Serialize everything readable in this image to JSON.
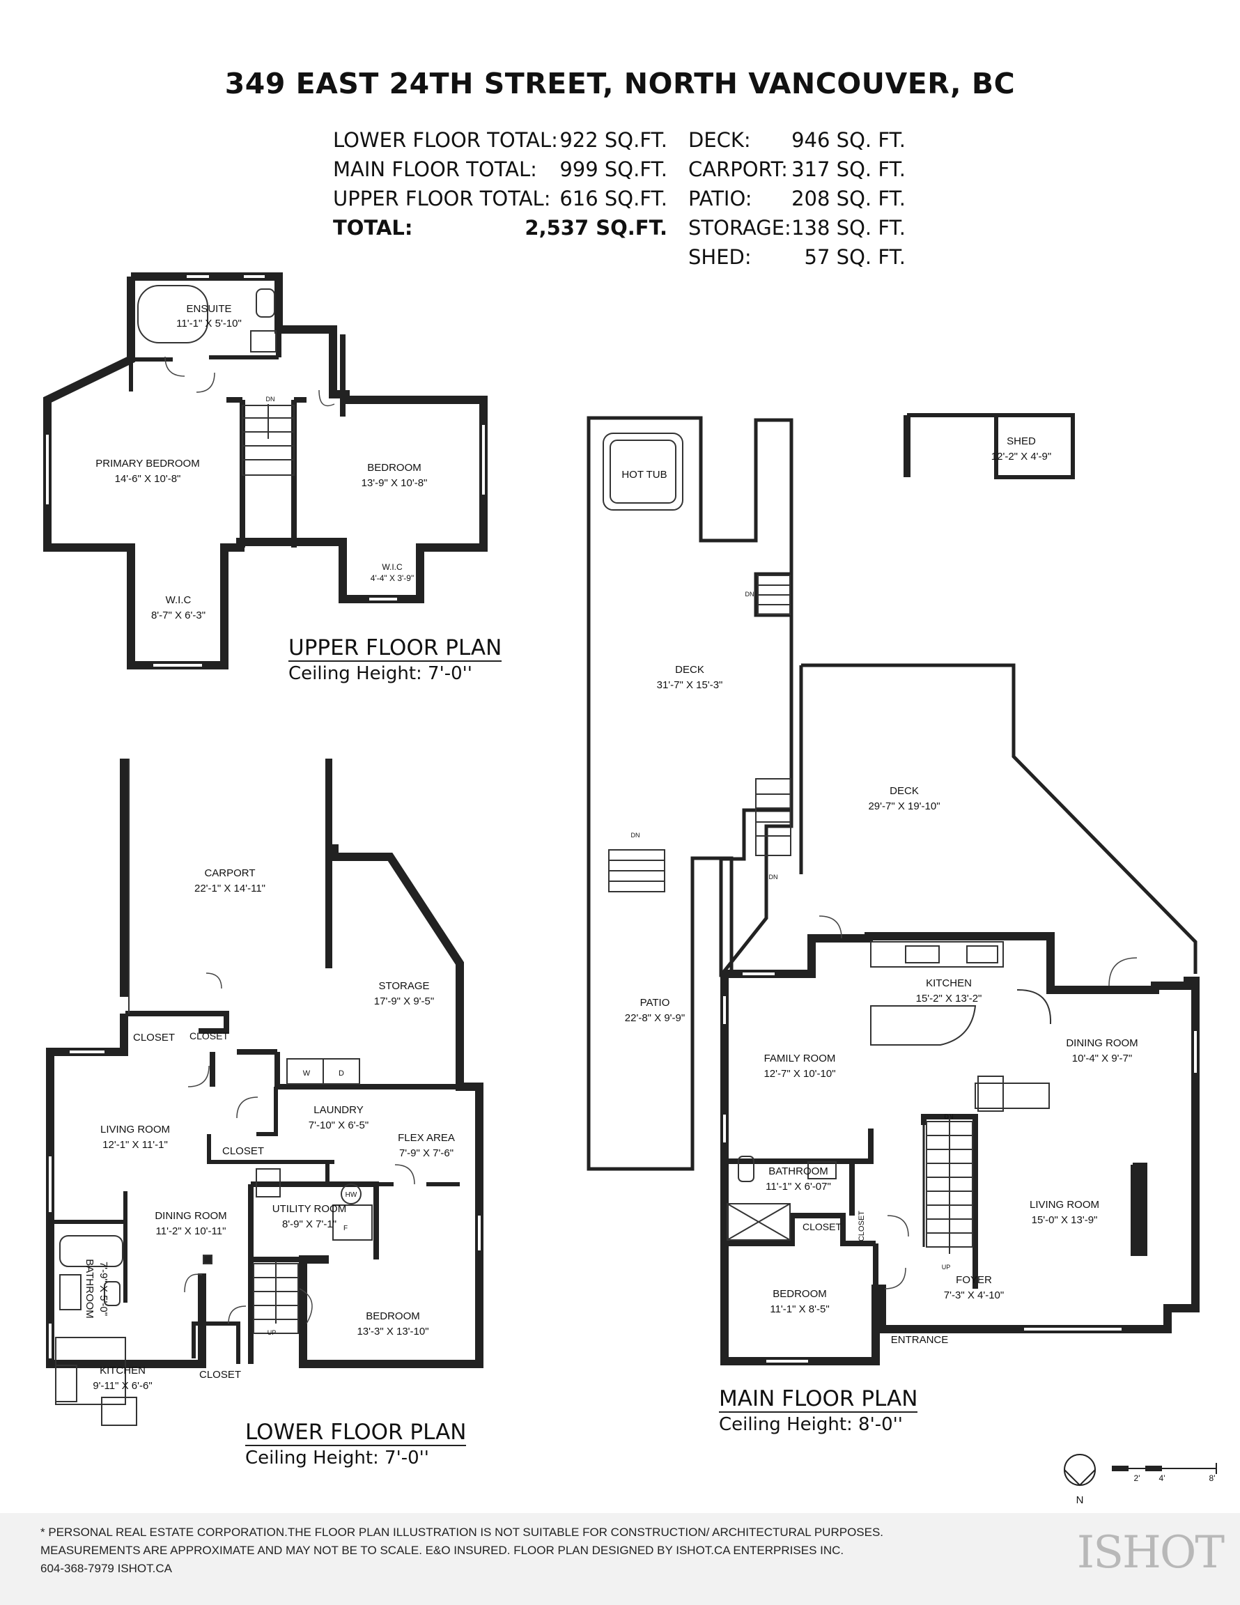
{
  "title": "349 EAST 24TH STREET, NORTH VANCOUVER, BC",
  "areas_left": [
    {
      "label": "LOWER FLOOR TOTAL:",
      "value": "922 SQ.FT."
    },
    {
      "label": "MAIN FLOOR TOTAL:",
      "value": "999 SQ.FT."
    },
    {
      "label": "UPPER FLOOR TOTAL:",
      "value": "616 SQ.FT."
    },
    {
      "label": "TOTAL:",
      "value": "2,537 SQ.FT."
    }
  ],
  "areas_right": [
    {
      "label": "DECK:",
      "value": "946 SQ. FT."
    },
    {
      "label": "CARPORT:",
      "value": "317 SQ. FT."
    },
    {
      "label": "PATIO:",
      "value": "208 SQ. FT."
    },
    {
      "label": "STORAGE:",
      "value": "138 SQ. FT."
    },
    {
      "label": "SHED:",
      "value": "57 SQ. FT."
    }
  ],
  "upper": {
    "name": "UPPER FLOOR PLAN",
    "ceiling": "Ceiling Height: 7'-0''",
    "rooms": {
      "ensuite": {
        "name": "ENSUITE",
        "dim": "11'-1\" X 5'-10\""
      },
      "primary": {
        "name": "PRIMARY BEDROOM",
        "dim": "14'-6\" X 10'-8\""
      },
      "bedroom": {
        "name": "BEDROOM",
        "dim": "13'-9\" X 10'-8\""
      },
      "wic1": {
        "name": "W.I.C",
        "dim": "8'-7\" X 6'-3\""
      },
      "wic2": {
        "name": "W.I.C",
        "dim": "4'-4\" X 3'-9\""
      },
      "dn": "DN"
    }
  },
  "main": {
    "name": "MAIN FLOOR PLAN",
    "ceiling": "Ceiling Height: 8'-0''",
    "rooms": {
      "hottub": {
        "name": "HOT TUB"
      },
      "shed": {
        "name": "SHED",
        "dim": "12'-2\" X 4'-9\""
      },
      "deck1": {
        "name": "DECK",
        "dim": "31'-7\" X 15'-3\""
      },
      "deck2": {
        "name": "DECK",
        "dim": "29'-7\" X 19'-10\""
      },
      "patio": {
        "name": "PATIO",
        "dim": "22'-8\" X 9'-9\""
      },
      "kitchen": {
        "name": "KITCHEN",
        "dim": "15'-2\" X 13'-2\""
      },
      "family": {
        "name": "FAMILY ROOM",
        "dim": "12'-7\" X 10'-10\""
      },
      "dining": {
        "name": "DINING ROOM",
        "dim": "10'-4\" X 9'-7\""
      },
      "bathroom": {
        "name": "BATHROOM",
        "dim": "11'-1\" X 6'-07\""
      },
      "closet1": {
        "name": "CLOSET"
      },
      "closet2": {
        "name": "CLOSET"
      },
      "living": {
        "name": "LIVING ROOM",
        "dim": "15'-0\" X 13'-9\""
      },
      "bedroom": {
        "name": "BEDROOM",
        "dim": "11'-1\" X 8'-5\""
      },
      "foyer": {
        "name": "FOYER",
        "dim": "7'-3\" X 4'-10\""
      },
      "entrance": {
        "name": "ENTRANCE"
      },
      "dn": "DN",
      "up": "UP"
    }
  },
  "lower": {
    "name": "LOWER FLOOR PLAN",
    "ceiling": "Ceiling Height: 7'-0''",
    "rooms": {
      "carport": {
        "name": "CARPORT",
        "dim": "22'-1\" X 14'-11\""
      },
      "storage": {
        "name": "STORAGE",
        "dim": "17'-9\" X 9'-5\""
      },
      "closet1": {
        "name": "CLOSET"
      },
      "closet2": {
        "name": "CLOSET"
      },
      "closet3": {
        "name": "CLOSET"
      },
      "closet4": {
        "name": "CLOSET"
      },
      "living": {
        "name": "LIVING ROOM",
        "dim": "12'-1\" X 11'-1\""
      },
      "laundry": {
        "name": "LAUNDRY",
        "dim": "7'-10\" X 6'-5\""
      },
      "flex": {
        "name": "FLEX AREA",
        "dim": "7'-9\" X 7'-6\""
      },
      "utility": {
        "name": "UTILITY ROOM",
        "dim": "8'-9\" X 7'-1\""
      },
      "dining": {
        "name": "DINING ROOM",
        "dim": "11'-2\" X 10'-11\""
      },
      "bathroom": {
        "name": "BATHROOM",
        "dim": "7'-9\" X 5'-0\""
      },
      "bedroom": {
        "name": "BEDROOM",
        "dim": "13'-3\" X 13'-10\""
      },
      "kitchen": {
        "name": "KITCHEN",
        "dim": "9'-11\" X 6'-6\""
      },
      "up": "UP",
      "w": "W",
      "d": "D",
      "hw": "HW",
      "f": "F"
    }
  },
  "scale": {
    "north": "N",
    "t2": "2'",
    "t4": "4'",
    "t8": "8'"
  },
  "disclaimer": [
    "* PERSONAL REAL ESTATE CORPORATION.THE FLOOR PLAN ILLUSTRATION IS NOT SUITABLE FOR CONSTRUCTION/ ARCHITECTURAL PURPOSES.",
    "MEASUREMENTS ARE APPROXIMATE AND MAY NOT BE TO SCALE. E&O INSURED. FLOOR PLAN DESIGNED BY ISHOT.CA ENTERPRISES INC.",
    "604-368-7979  ISHOT.CA"
  ],
  "logo": "ISHOT"
}
